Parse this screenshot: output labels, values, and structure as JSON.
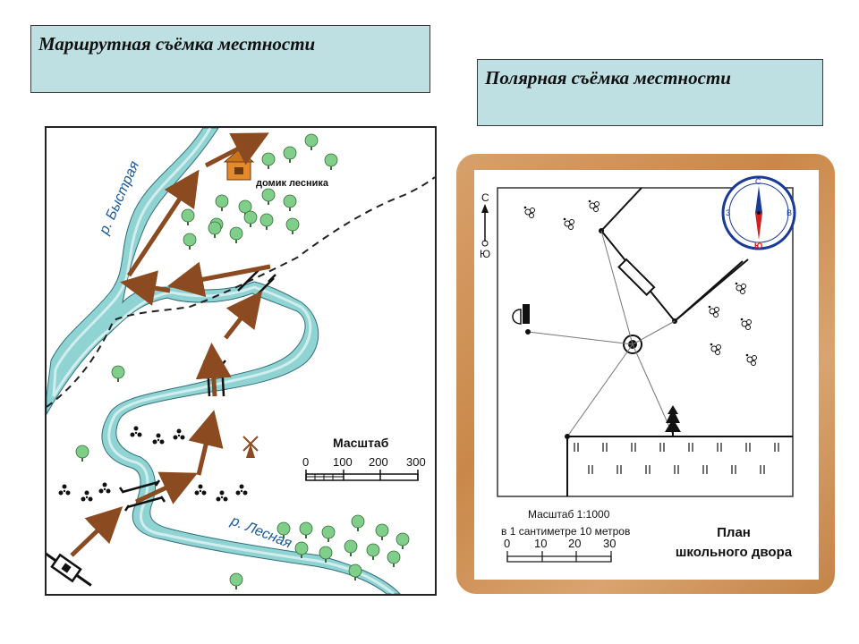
{
  "titles": {
    "route": "Маршрутная съёмка местности",
    "polar": "Полярная съёмка местности"
  },
  "route_map": {
    "river1": "р. Быстрая",
    "river2": "р. Лесная",
    "house_label": "домик лесника",
    "scale_title": "Масштаб",
    "scale_ticks": [
      "0",
      "100",
      "200",
      "300"
    ]
  },
  "polar_map": {
    "north": "С",
    "south": "Ю",
    "compass": {
      "n": "С",
      "s": "Ю",
      "w": "З",
      "e": "В"
    },
    "scale_line1": "Масштаб 1:1000",
    "scale_line2": "в 1 сантиметре 10 метров",
    "scale_ticks": [
      "0",
      "10",
      "20",
      "30"
    ],
    "plan_line1": "План",
    "plan_line2": "школьного двора"
  },
  "colors": {
    "title_bg": "#bfe0e3",
    "river": "#8fd3d3",
    "route_arrow": "#8b4a1f",
    "tree": "#7fcf8a",
    "frame_wood": "#c98849"
  }
}
